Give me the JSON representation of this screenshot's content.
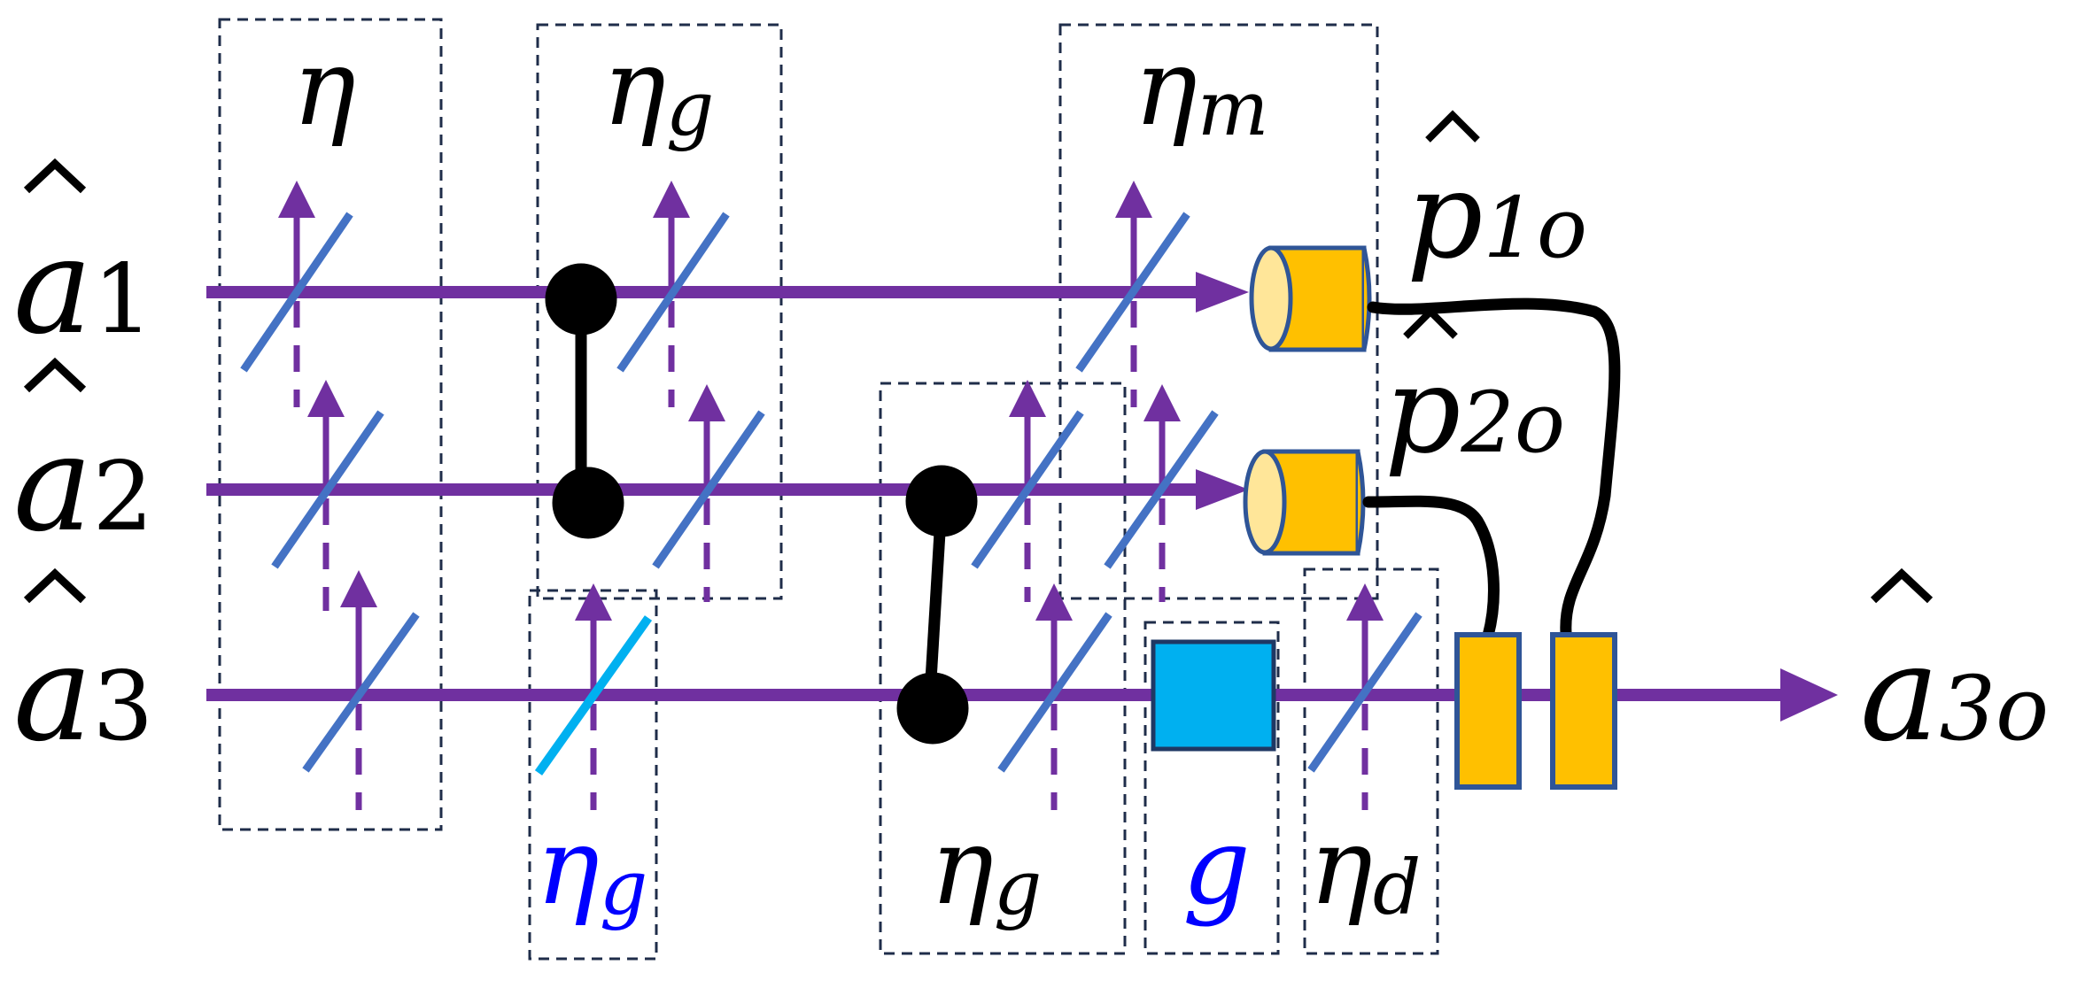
{
  "colors": {
    "rail": "#7030a0",
    "beam_splitter": "#4472c4",
    "beam_splitter_highlight": "#00b0f0",
    "box_border": "#1f2d4a",
    "gate": "#000000",
    "detector_fill": "#ffc000",
    "detector_face": "#ffe699",
    "detector_border": "#2f5597",
    "amp_fill": "#00b0f0",
    "amp_border": "#1f3864",
    "blue_label": "#0000ff",
    "text": "#000000"
  },
  "inputs": [
    {
      "base": "a",
      "index": "1"
    },
    {
      "base": "a",
      "index": "2"
    },
    {
      "base": "a",
      "index": "3"
    }
  ],
  "output": {
    "base": "a",
    "index": "3o"
  },
  "quadratures": [
    {
      "base": "p",
      "index": "1o"
    },
    {
      "base": "p",
      "index": "2o"
    }
  ],
  "boxes": [
    {
      "base": "η",
      "sub": ""
    },
    {
      "base": "η",
      "sub": "g"
    },
    {
      "base": "η",
      "sub": "m"
    },
    {
      "base": "η",
      "sub": "g"
    },
    {
      "base": "η",
      "sub": "g"
    },
    {
      "base": "g",
      "sub": ""
    },
    {
      "base": "η",
      "sub": "d"
    }
  ],
  "icons": [
    "cz-gate-icon",
    "homodyne-detector-icon",
    "amplifier-icon",
    "feedforward-modulator-icon",
    "beam-splitter-icon",
    "arrow-icon"
  ]
}
